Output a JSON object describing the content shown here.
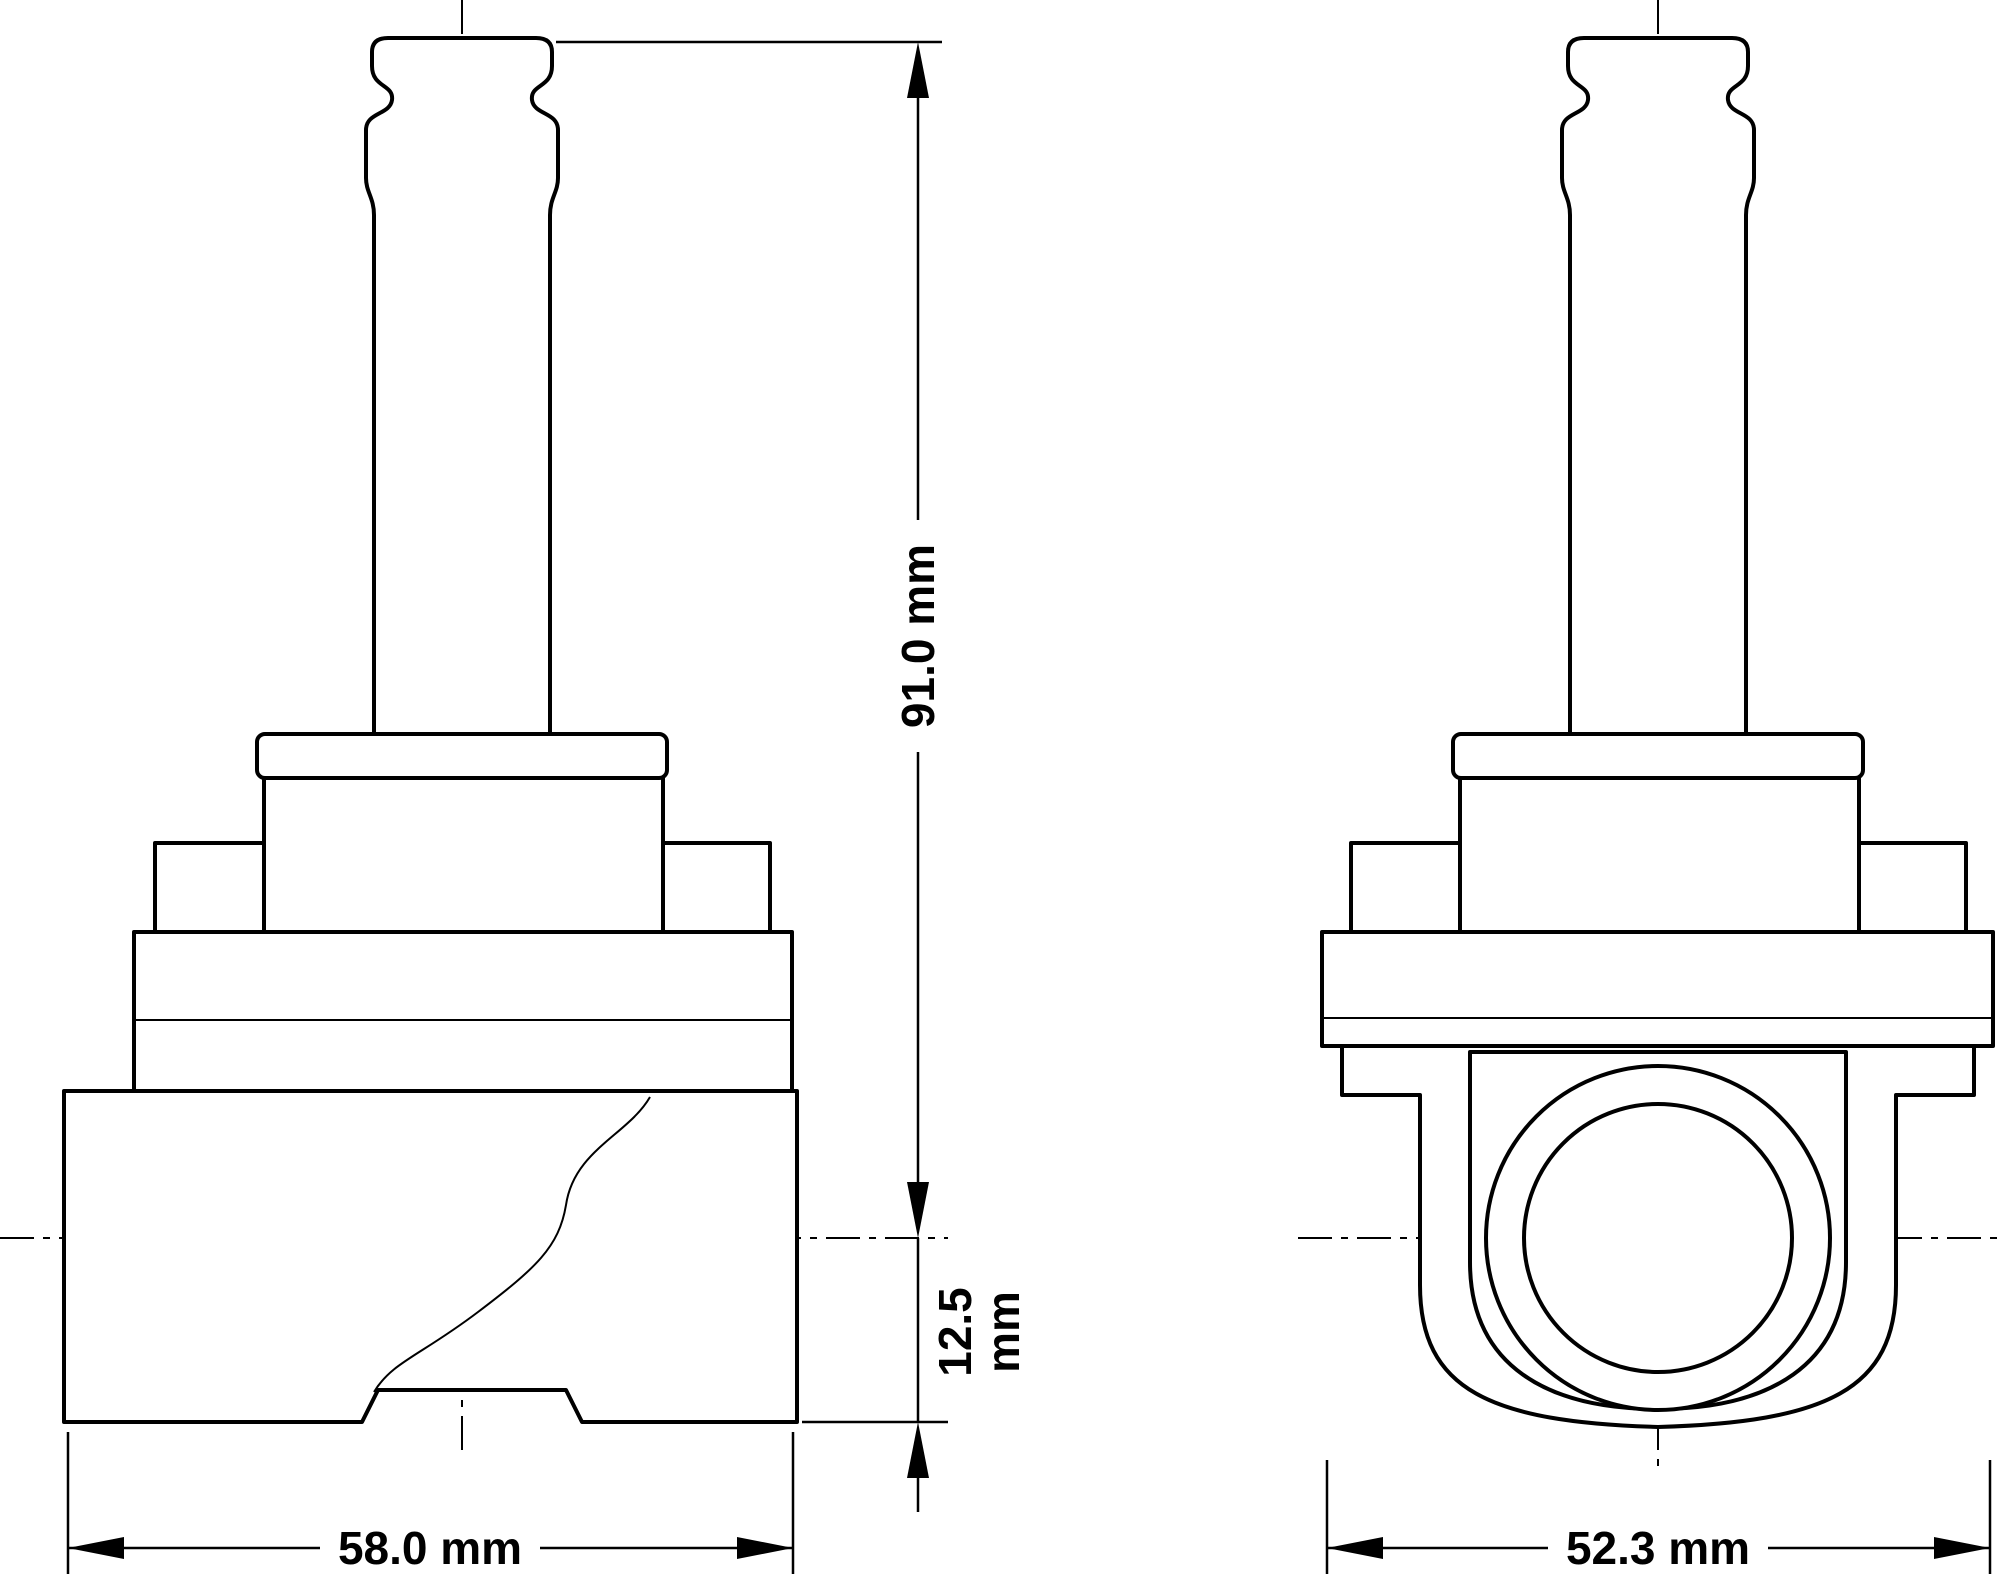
{
  "colors": {
    "line": "#000000",
    "background": "#ffffff"
  },
  "dimensions": {
    "height_label": "91.0 mm",
    "offset_value": "12.5",
    "offset_unit": "mm",
    "front_width_label": "58.0 mm",
    "side_width_label": "52.3 mm"
  }
}
